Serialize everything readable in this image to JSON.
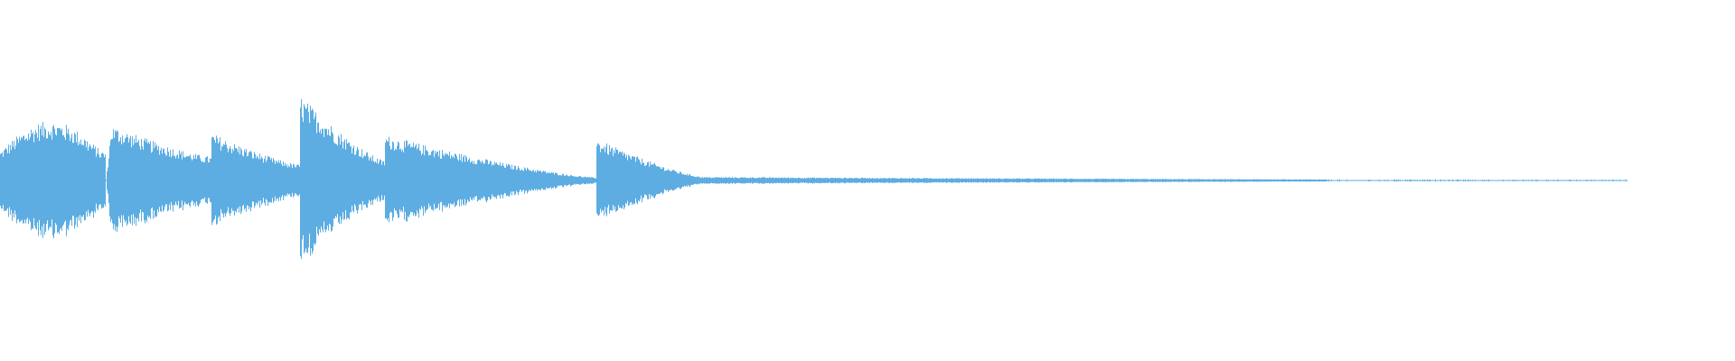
{
  "waveform": {
    "color": "#5dade2",
    "background": "#ffffff",
    "audio_extent": 0.938,
    "segments": [
      {
        "start": 0.0,
        "end": 0.061,
        "attack": 0.04,
        "peak": 0.3,
        "tail": 0.15,
        "shape": "swell",
        "density": 1.0
      },
      {
        "start": 0.061,
        "end": 0.122,
        "attack": 0.05,
        "peak": 0.28,
        "tail": 0.12,
        "shape": "decay",
        "density": 1.0
      },
      {
        "start": 0.122,
        "end": 0.173,
        "attack": 0.0,
        "peak": 0.24,
        "tail": 0.08,
        "shape": "decay",
        "density": 0.9
      },
      {
        "start": 0.173,
        "end": 0.222,
        "attack": 0.0,
        "peak": 0.43,
        "tail": 0.1,
        "shape": "decay",
        "density": 1.0
      },
      {
        "start": 0.222,
        "end": 0.344,
        "attack": 0.0,
        "peak": 0.23,
        "tail": 0.015,
        "shape": "decay",
        "density": 1.0
      },
      {
        "start": 0.344,
        "end": 0.405,
        "attack": 0.0,
        "peak": 0.21,
        "tail": 0.018,
        "shape": "decay",
        "density": 1.0
      },
      {
        "start": 0.405,
        "end": 0.765,
        "attack": 0.0,
        "peak": 0.018,
        "tail": 0.006,
        "shape": "decay",
        "density": 1.0
      },
      {
        "start": 0.765,
        "end": 0.938,
        "attack": 0.0,
        "peak": 0.006,
        "tail": 0.004,
        "shape": "sparse",
        "density": 0.25
      }
    ]
  }
}
